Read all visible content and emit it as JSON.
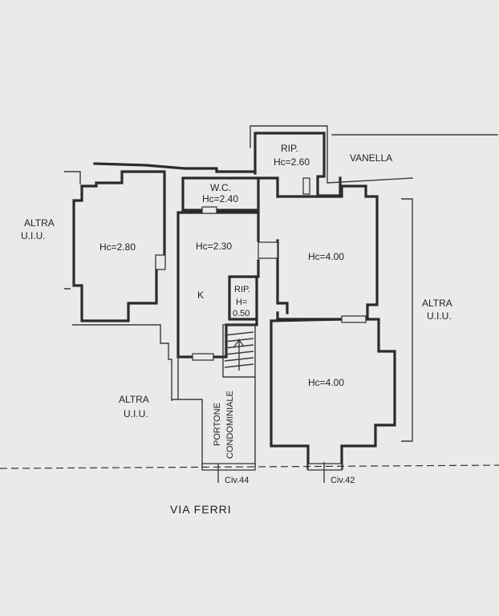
{
  "labels": {
    "rip_top": "RIP.",
    "rip_top_hc": "Hc=2.60",
    "vanella": "VANELLA",
    "wc": "W.C.",
    "wc_hc": "Hc=2.40",
    "room_left_hc": "Hc=2.80",
    "room_center_hc": "Hc=2.30",
    "kitchen": "K",
    "rip_small": "RIP.",
    "rip_small_h": "H=",
    "rip_small_val": "0.50",
    "room_right_top_hc": "Hc=4.00",
    "room_right_bottom_hc": "Hc=4.00",
    "altra_left_1": "ALTRA",
    "altra_left_2": "U.I.U.",
    "altra_right_1": "ALTRA",
    "altra_right_2": "U.I.U.",
    "altra_bottom_1": "ALTRA",
    "altra_bottom_2": "U.I.U.",
    "portone_1": "PORTONE",
    "portone_2": "CONDOMINIALE",
    "civ44": "Civ.44",
    "civ42": "Civ.42",
    "street": "VIA FERRI"
  }
}
